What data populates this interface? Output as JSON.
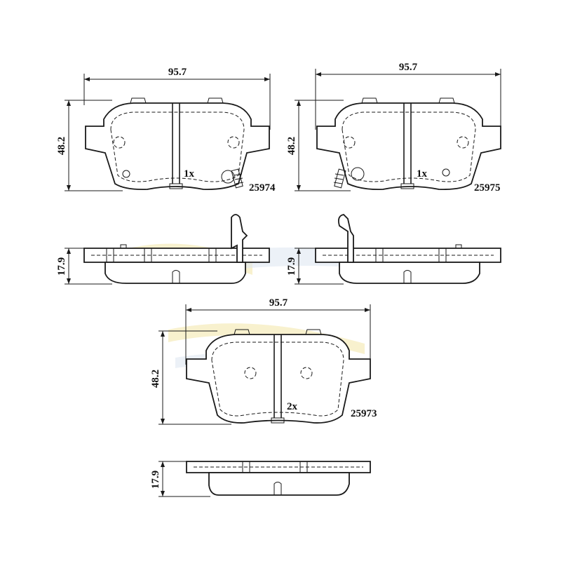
{
  "colors": {
    "line": "#1a1a1a",
    "watermark_yellow": "#f2e6a6",
    "watermark_blue": "#dfe8f2"
  },
  "pads": [
    {
      "part_number": "25974",
      "quantity": "1x",
      "width": "95.7",
      "height": "48.2",
      "thickness": "17.9"
    },
    {
      "part_number": "25975",
      "quantity": "1x",
      "width": "95.7",
      "height": "48.2",
      "thickness": "17.9"
    },
    {
      "part_number": "25973",
      "quantity": "2x",
      "width": "95.7",
      "height": "48.2",
      "thickness": "17.9"
    }
  ]
}
